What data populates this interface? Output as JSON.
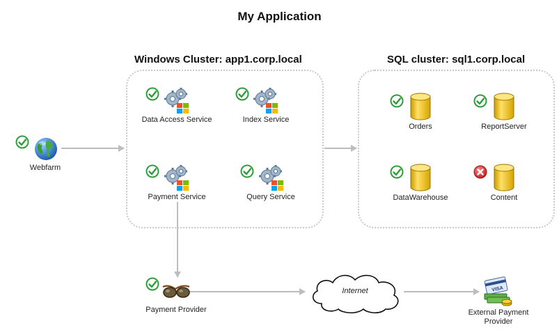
{
  "diagram": {
    "title": "My Application",
    "clusters": {
      "windows": {
        "title": "Windows Cluster: app1.corp.local"
      },
      "sql": {
        "title": "SQL cluster:  sql1.corp.local"
      }
    },
    "nodes": {
      "webfarm": {
        "label": "Webfarm",
        "status": "ok",
        "icon": "globe-icon"
      },
      "data_access_service": {
        "label": "Data Access Service",
        "status": "ok",
        "icon": "gears-windows-icon"
      },
      "index_service": {
        "label": "Index Service",
        "status": "ok",
        "icon": "gears-windows-icon"
      },
      "payment_service": {
        "label": "Payment Service",
        "status": "ok",
        "icon": "gears-windows-icon"
      },
      "query_service": {
        "label": "Query Service",
        "status": "ok",
        "icon": "gears-windows-icon"
      },
      "orders": {
        "label": "Orders",
        "status": "ok",
        "icon": "database-icon"
      },
      "reportserver": {
        "label": "ReportServer",
        "status": "ok",
        "icon": "database-icon"
      },
      "datawarehouse": {
        "label": "DataWarehouse",
        "status": "ok",
        "icon": "database-icon"
      },
      "content": {
        "label": "Content",
        "status": "error",
        "icon": "database-icon"
      },
      "payment_provider": {
        "label": "Payment Provider",
        "status": "ok",
        "icon": "glasses-icon"
      },
      "internet": {
        "label": "Internet",
        "icon": "cloud-icon"
      },
      "external_payment_provider": {
        "label_line1": "External Payment",
        "label_line2": "Provider",
        "icon": "credit-card-money-icon"
      }
    },
    "colors": {
      "ok": "#2e9e3a",
      "error": "#d93434",
      "database": "#f2c21a",
      "connector": "#bdbdbd",
      "cluster_border": "#c8c8c8"
    }
  }
}
